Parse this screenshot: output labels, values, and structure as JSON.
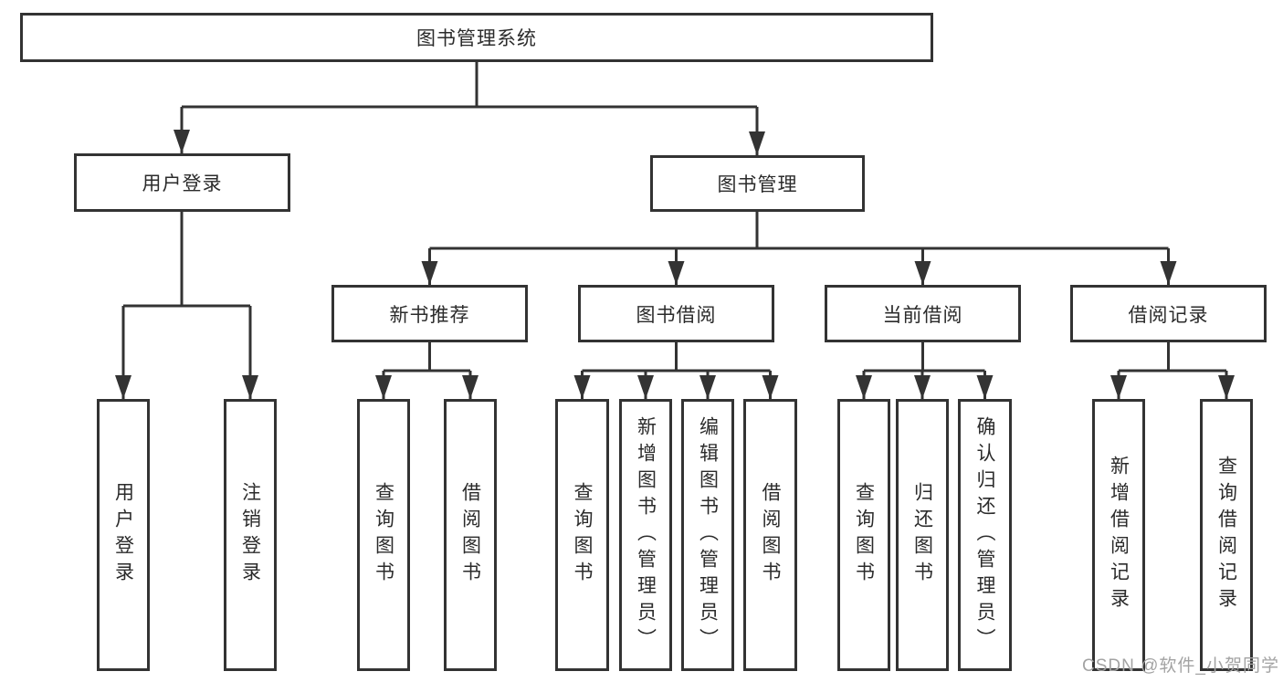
{
  "diagram": {
    "root": {
      "label": "图书管理系统"
    },
    "branches": [
      {
        "label": "用户登录",
        "children": [
          {
            "label": "用户登录"
          },
          {
            "label": "注销登录"
          }
        ]
      },
      {
        "label": "图书管理",
        "children": [
          {
            "label": "新书推荐",
            "children": [
              {
                "label": "查询图书"
              },
              {
                "label": "借阅图书"
              }
            ]
          },
          {
            "label": "图书借阅",
            "children": [
              {
                "label": "查询图书"
              },
              {
                "label": "新增图书（管理员）"
              },
              {
                "label": "编辑图书（管理员）"
              },
              {
                "label": "借阅图书"
              }
            ]
          },
          {
            "label": "当前借阅",
            "children": [
              {
                "label": "查询图书"
              },
              {
                "label": "归还图书"
              },
              {
                "label": "确认归还（管理员）"
              }
            ]
          },
          {
            "label": "借阅记录",
            "children": [
              {
                "label": "新增借阅记录"
              },
              {
                "label": "查询借阅记录"
              }
            ]
          }
        ]
      }
    ]
  },
  "watermark": {
    "text": "CSDN @软件_小贺同学"
  },
  "colors": {
    "line": "#333333",
    "text": "#2b2b2b",
    "box_background": "#ffffff",
    "watermark": "#a3a3a3",
    "background": "#ffffff"
  }
}
